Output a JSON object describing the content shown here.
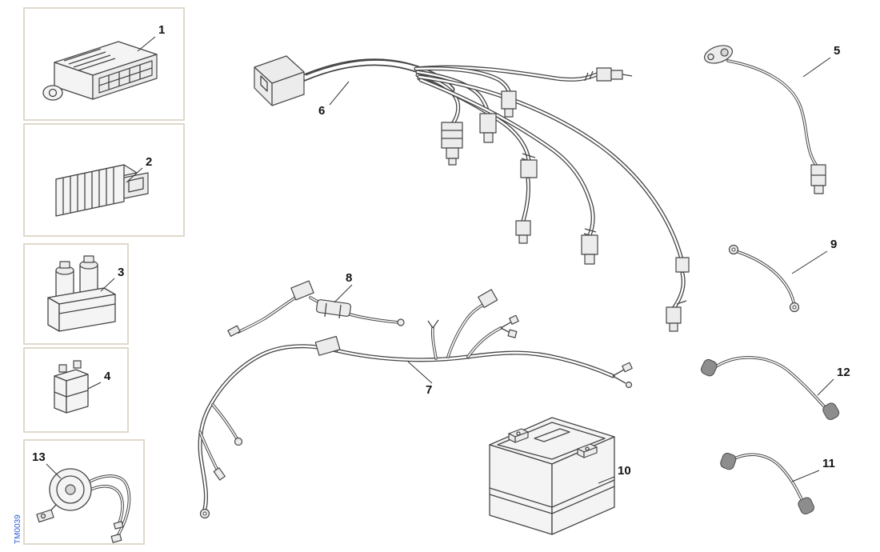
{
  "diagram": {
    "code": "TM0039",
    "part_numbers": [
      "1",
      "2",
      "3",
      "4",
      "5",
      "6",
      "7",
      "8",
      "9",
      "10",
      "11",
      "12",
      "13"
    ]
  }
}
